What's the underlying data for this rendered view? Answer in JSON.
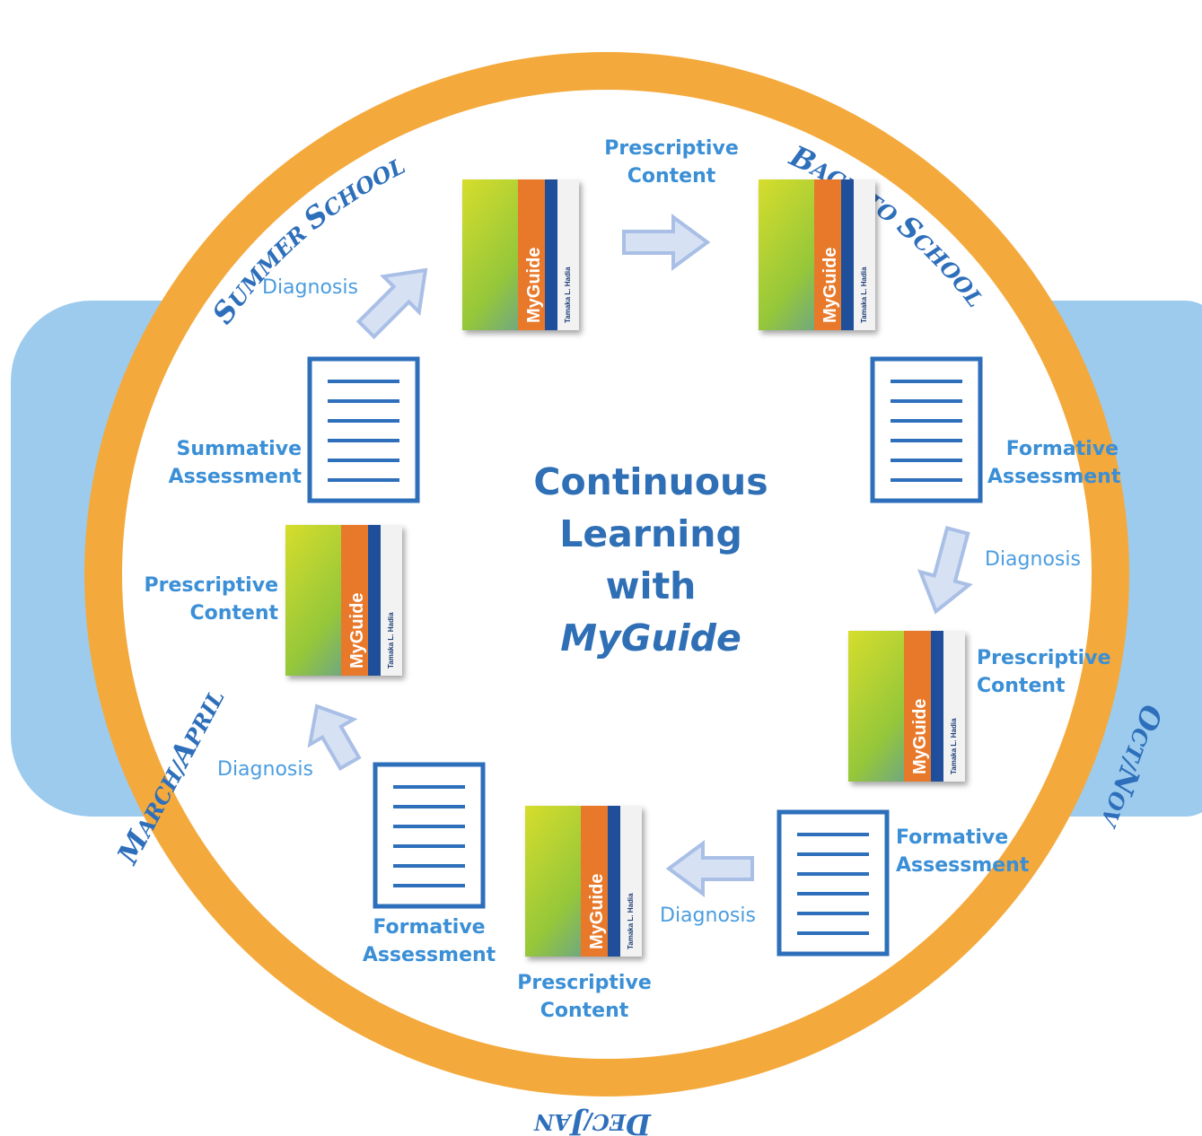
{
  "ring_labels": {
    "summer": {
      "cap": "S",
      "a": "UMMER ",
      "cap2": "S",
      "b": "CHOOL"
    },
    "back": {
      "cap": "B",
      "a": "ACK TO ",
      "cap2": "S",
      "b": "CHOOL"
    },
    "octnov": {
      "cap": "O",
      "a": "CT/",
      "cap2": "N",
      "b": "OV"
    },
    "decjan": {
      "cap": "D",
      "a": "EC/",
      "cap2": "J",
      "b": "AN"
    },
    "march": {
      "cap": "M",
      "a": "ARCH/",
      "cap2": "A",
      "b": "PRIL"
    }
  },
  "center": {
    "line1": "Continuous",
    "line2": "Learning",
    "line3": "with",
    "line4": "MyGuide"
  },
  "labels": {
    "prescriptive_top": [
      "Prescriptive",
      "Content"
    ],
    "prescriptive_right": [
      "Prescriptive",
      "Content"
    ],
    "prescriptive_bottom": [
      "Prescriptive",
      "Content"
    ],
    "prescriptive_left": [
      "Prescriptive",
      "Content"
    ],
    "formative_right": [
      "Formative",
      "Assessment"
    ],
    "formative_lower_right": [
      "Formative",
      "Assessment"
    ],
    "formative_lower_left": [
      "Formative",
      "Assessment"
    ],
    "summative_left": [
      "Summative",
      "Assessment"
    ]
  },
  "diagnosis": "Diagnosis",
  "book": {
    "title": "MyGuide",
    "author": "Tamaka L. Hadia"
  },
  "colors": {
    "ring": "#f4a93c",
    "side_panel": "#9ccbee",
    "label_blue": "#3b8fd6",
    "doc_blue": "#2e6fbb",
    "arrow_fill": "#d6e1f3",
    "arrow_stroke": "#a9bfe6"
  }
}
